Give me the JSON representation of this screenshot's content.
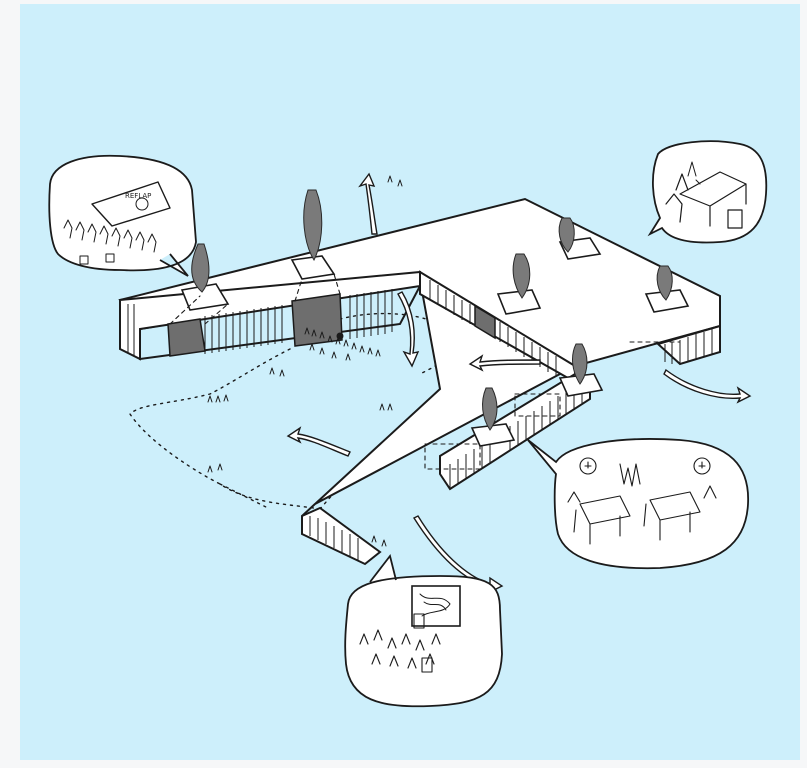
{
  "background_color": "#cdeffb",
  "ink_color": "#1b1b1b",
  "tree_color": "#7a7a7a",
  "roof_color": "#ffffff",
  "bubbles": [
    {
      "scene": "lecture-hall",
      "screen_text": "REFLAP"
    },
    {
      "scene": "office-desk"
    },
    {
      "scene": "group-meeting"
    },
    {
      "scene": "art-exhibition"
    }
  ]
}
